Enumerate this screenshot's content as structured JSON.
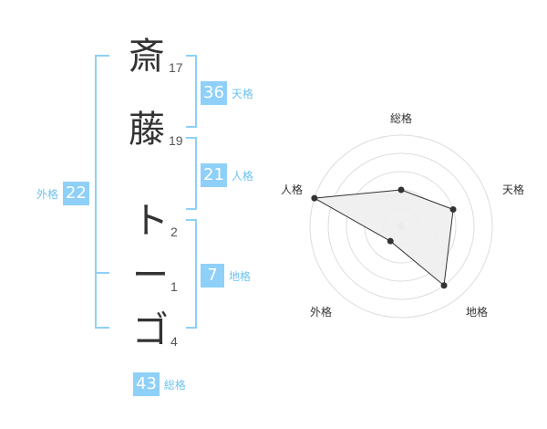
{
  "name": {
    "chars": [
      {
        "char": "斎",
        "strokes": "17"
      },
      {
        "char": "藤",
        "strokes": "19"
      },
      {
        "char": "ト",
        "strokes": "2"
      },
      {
        "char": "ー",
        "strokes": "1"
      },
      {
        "char": "ゴ",
        "strokes": "4"
      }
    ]
  },
  "kaku": {
    "tenkaku": {
      "value": "36",
      "label": "天格"
    },
    "jinkaku": {
      "value": "21",
      "label": "人格"
    },
    "chikaku": {
      "value": "7",
      "label": "地格"
    },
    "gaikaku": {
      "value": "22",
      "label": "外格"
    },
    "soukaku": {
      "value": "43",
      "label": "総格"
    }
  },
  "radar": {
    "labels": {
      "top": "総格",
      "right": "天格",
      "bottom_right": "地格",
      "bottom_left": "外格",
      "left": "人格"
    },
    "levels": 5,
    "values": {
      "soukaku": 2,
      "tenkaku": 3,
      "chikaku": 4,
      "gaikaku": 1,
      "jinkaku": 5
    },
    "colors": {
      "grid": "#dddddd",
      "fill": "#eeeeee",
      "line": "#333333",
      "point": "#333333"
    }
  }
}
